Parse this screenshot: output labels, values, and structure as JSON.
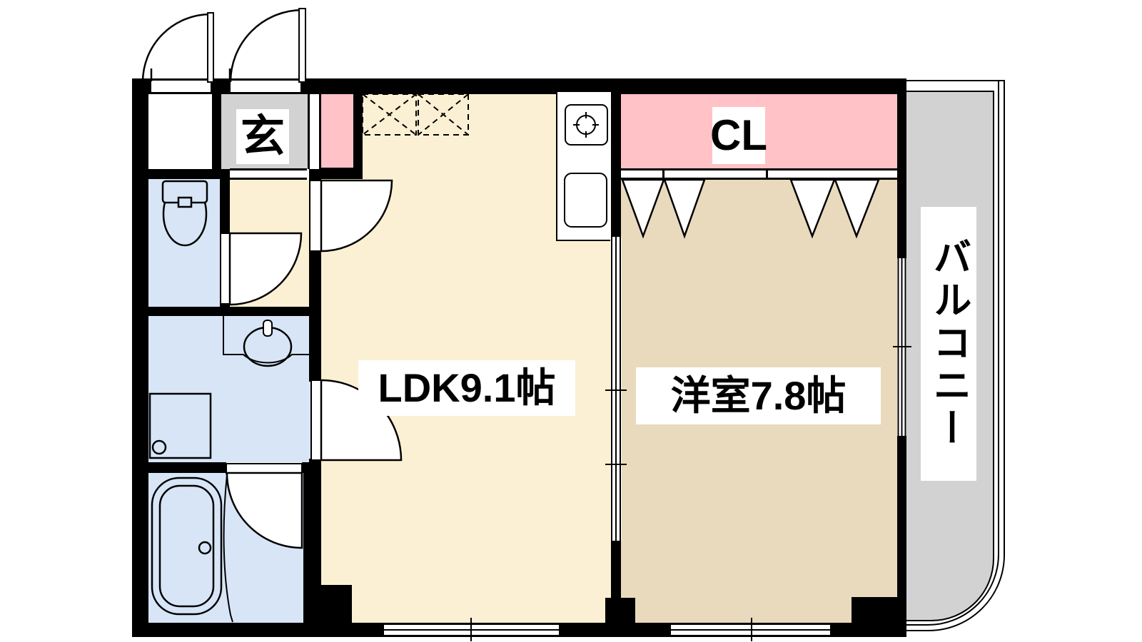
{
  "title": "apartment-floor-plan",
  "rooms": {
    "genkan": {
      "label": "玄"
    },
    "closet": {
      "label": "CL"
    },
    "ldk": {
      "label": "LDK9.1帖"
    },
    "western": {
      "label": "洋室7.8帖"
    },
    "balcony": {
      "label": "バルコニー"
    }
  },
  "fixtures": {
    "toilet": "toilet-icon",
    "washbasin": "washbasin-icon",
    "washing_machine_pan": "washing-machine-pan-icon",
    "bathtub": "bathtub-icon",
    "kitchen_counter": "kitchen-counter-icon",
    "stove": "stove-burner-icon",
    "kitchen_sink": "kitchen-sink-icon",
    "appliance_space": "dashed-appliance-space-icon",
    "closet_folding_doors": "folding-door-icon",
    "swing_doors": "swing-door-arc-icon",
    "sliding_partition": "sliding-door-icon",
    "windows": "window-icon"
  },
  "colors": {
    "wall": "#000000",
    "ldk_floor": "#FBF0D3",
    "western_floor": "#E9DABE",
    "wet_area_floor": "#D7E5F7",
    "closet_accent": "#FFC2C7",
    "concrete_gray": "#D2D2D2",
    "label_background": "#FFFFFF"
  }
}
